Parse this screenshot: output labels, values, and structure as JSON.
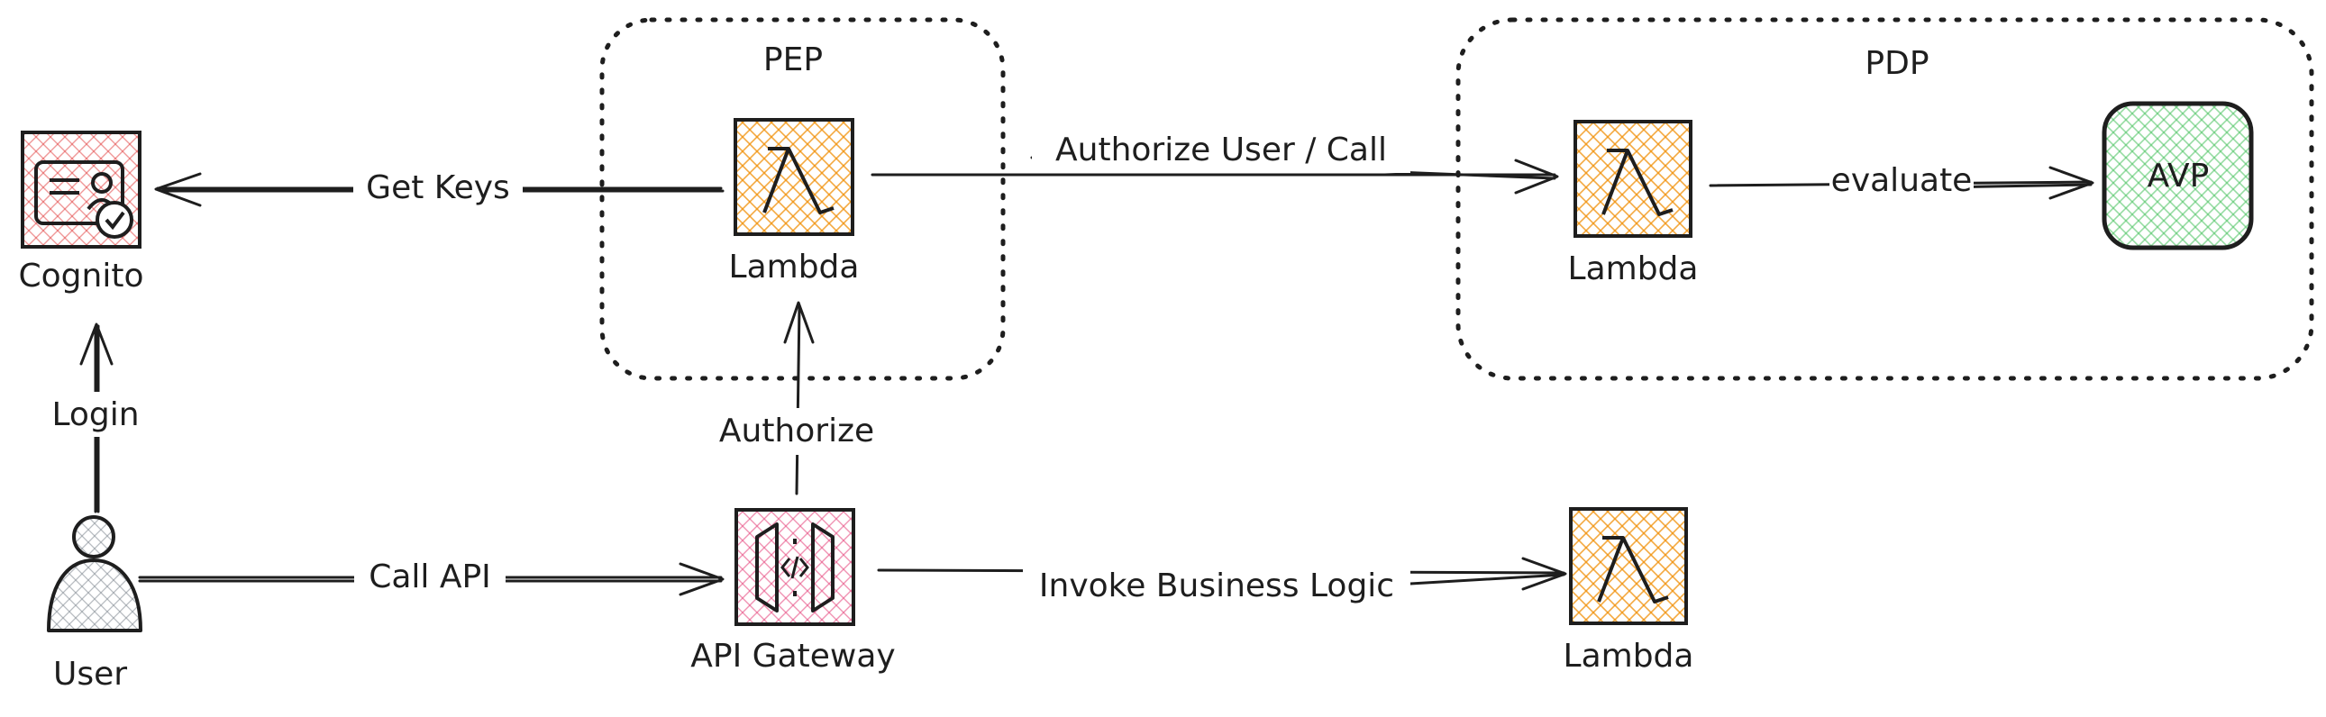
{
  "groups": {
    "pep": {
      "label": "PEP"
    },
    "pdp": {
      "label": "PDP"
    }
  },
  "nodes": {
    "cognito": {
      "label": "Cognito",
      "icon": "cognito-icon",
      "color": "#e03131"
    },
    "pep_lambda": {
      "label": "Lambda",
      "icon": "lambda-icon",
      "color": "#f08c00"
    },
    "pdp_lambda": {
      "label": "Lambda",
      "icon": "lambda-icon",
      "color": "#f08c00"
    },
    "avp": {
      "label": "AVP",
      "color": "#2f9e44"
    },
    "user": {
      "label": "User",
      "icon": "user-icon",
      "color": "#868e96"
    },
    "api_gateway": {
      "label": "API Gateway",
      "icon": "api-gateway-icon",
      "color": "#e64980"
    },
    "bl_lambda": {
      "label": "Lambda",
      "icon": "lambda-icon",
      "color": "#f08c00"
    }
  },
  "edges": {
    "get_keys": {
      "label": "Get Keys",
      "from": "Lambda",
      "to": "Cognito"
    },
    "authorize_user": {
      "label": "Authorize User / Call",
      "from": "Lambda",
      "to": "Lambda"
    },
    "evaluate": {
      "label": "evaluate",
      "from": "Lambda",
      "to": "AVP"
    },
    "login": {
      "label": "Login",
      "from": "User",
      "to": "Cognito"
    },
    "authorize": {
      "label": "Authorize",
      "from": "API Gateway",
      "to": "Lambda"
    },
    "call_api": {
      "label": "Call API",
      "from": "User",
      "to": "API Gateway"
    },
    "invoke": {
      "label": "Invoke Business Logic",
      "from": "API Gateway",
      "to": "Lambda"
    }
  }
}
